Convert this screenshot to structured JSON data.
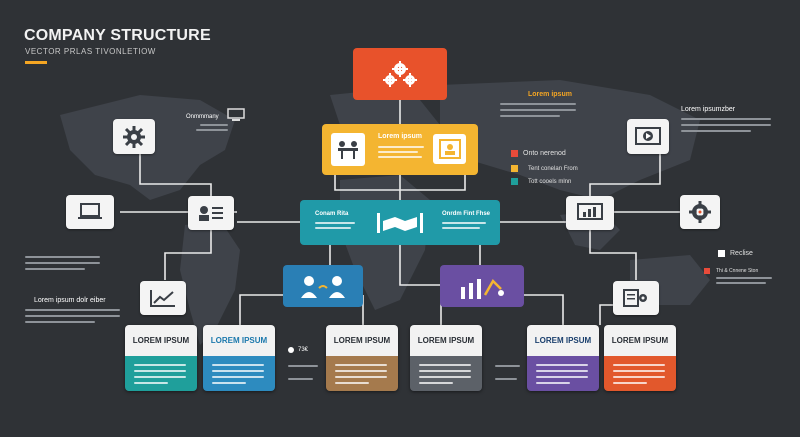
{
  "header": {
    "title": "COMPANY STRUCTURE",
    "subtitle": "VECTOR PRLAS TIVONLETIOW"
  },
  "labels": {
    "top_right_heading": "Lorem ipsum",
    "upper_left_label": "Onmmmany",
    "right_label": "Lorem ipsumzber",
    "center_yellow_title": "Lorem ipsum",
    "teal_left": "Conam Rita",
    "teal_right": "Onrdm Fint Fhse",
    "left_bottom_label": "Lorem ipsum dolr eiber",
    "mid_small_label": "73€",
    "legend_title": "Onto nerenod",
    "legend_item_2": "Tent conelan From",
    "legend_item_3": "Tott cooels mlnn",
    "right_small_1": "Reclise",
    "right_small_2": "Thi & Cnnene Ston"
  },
  "cards": [
    {
      "title": "LOREM IPSUM",
      "color": "#1f9f9b",
      "title_color": "#2a2f36"
    },
    {
      "title": "LOREM IPSUM",
      "color": "#2d8bbf",
      "title_color": "#1c79ad"
    },
    {
      "title": "LOREM IPSUM",
      "color": "#a57a4d",
      "title_color": "#2a2f36"
    },
    {
      "title": "LOREM IPSUM",
      "color": "#5c6168",
      "title_color": "#2a2f36"
    },
    {
      "title": "LOREM IPSUM",
      "color": "#6a4fa2",
      "title_color": "#1a3f6d"
    },
    {
      "title": "LOREM IPSUM",
      "color": "#e2582c",
      "title_color": "#2a2f36"
    }
  ],
  "colors": {
    "top_box": "#e8522b",
    "yellow_box": "#f4b531",
    "teal_box": "#209aa8",
    "blue_box": "#2a7fb5",
    "purple_box": "#6a4fa2",
    "accent": "#f5a623",
    "legend_red": "#e84b3a",
    "legend_yellow": "#f4b531",
    "legend_teal": "#1f9f9b"
  },
  "icons": [
    "gears-icon",
    "meeting-icon",
    "id-card-icon",
    "handshake-icon",
    "people-icon",
    "bar-chart-icon",
    "laptop-icon",
    "settings-gear-icon",
    "video-icon",
    "presentation-icon",
    "gear-target-icon",
    "line-chart-icon",
    "document-gear-icon",
    "computer-icon"
  ]
}
